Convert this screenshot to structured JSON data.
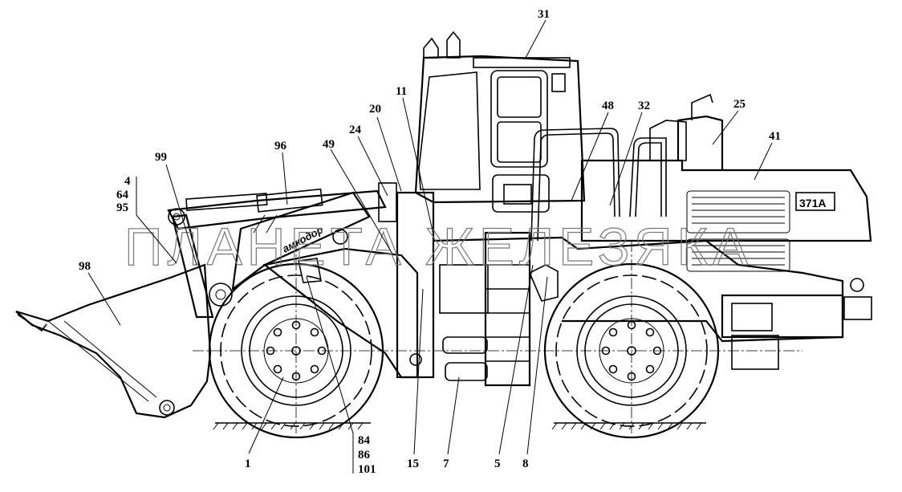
{
  "watermark": "ПЛАНЕТА ЖЕЛЕЗЯКА",
  "brand_logo": "амкодор",
  "model_plate": "371А",
  "callouts": [
    {
      "id": "c1",
      "label": "1"
    },
    {
      "id": "c4",
      "label": "4"
    },
    {
      "id": "c5",
      "label": "5"
    },
    {
      "id": "c7",
      "label": "7"
    },
    {
      "id": "c8",
      "label": "8"
    },
    {
      "id": "c11",
      "label": "11"
    },
    {
      "id": "c15",
      "label": "15"
    },
    {
      "id": "c20",
      "label": "20"
    },
    {
      "id": "c24",
      "label": "24"
    },
    {
      "id": "c25",
      "label": "25"
    },
    {
      "id": "c31",
      "label": "31"
    },
    {
      "id": "c32",
      "label": "32"
    },
    {
      "id": "c41",
      "label": "41"
    },
    {
      "id": "c48",
      "label": "48"
    },
    {
      "id": "c49",
      "label": "49"
    },
    {
      "id": "c64",
      "label": "64"
    },
    {
      "id": "c84",
      "label": "84"
    },
    {
      "id": "c86",
      "label": "86"
    },
    {
      "id": "c95",
      "label": "95"
    },
    {
      "id": "c96",
      "label": "96"
    },
    {
      "id": "c98",
      "label": "98"
    },
    {
      "id": "c99",
      "label": "99"
    },
    {
      "id": "c101",
      "label": "101"
    }
  ]
}
